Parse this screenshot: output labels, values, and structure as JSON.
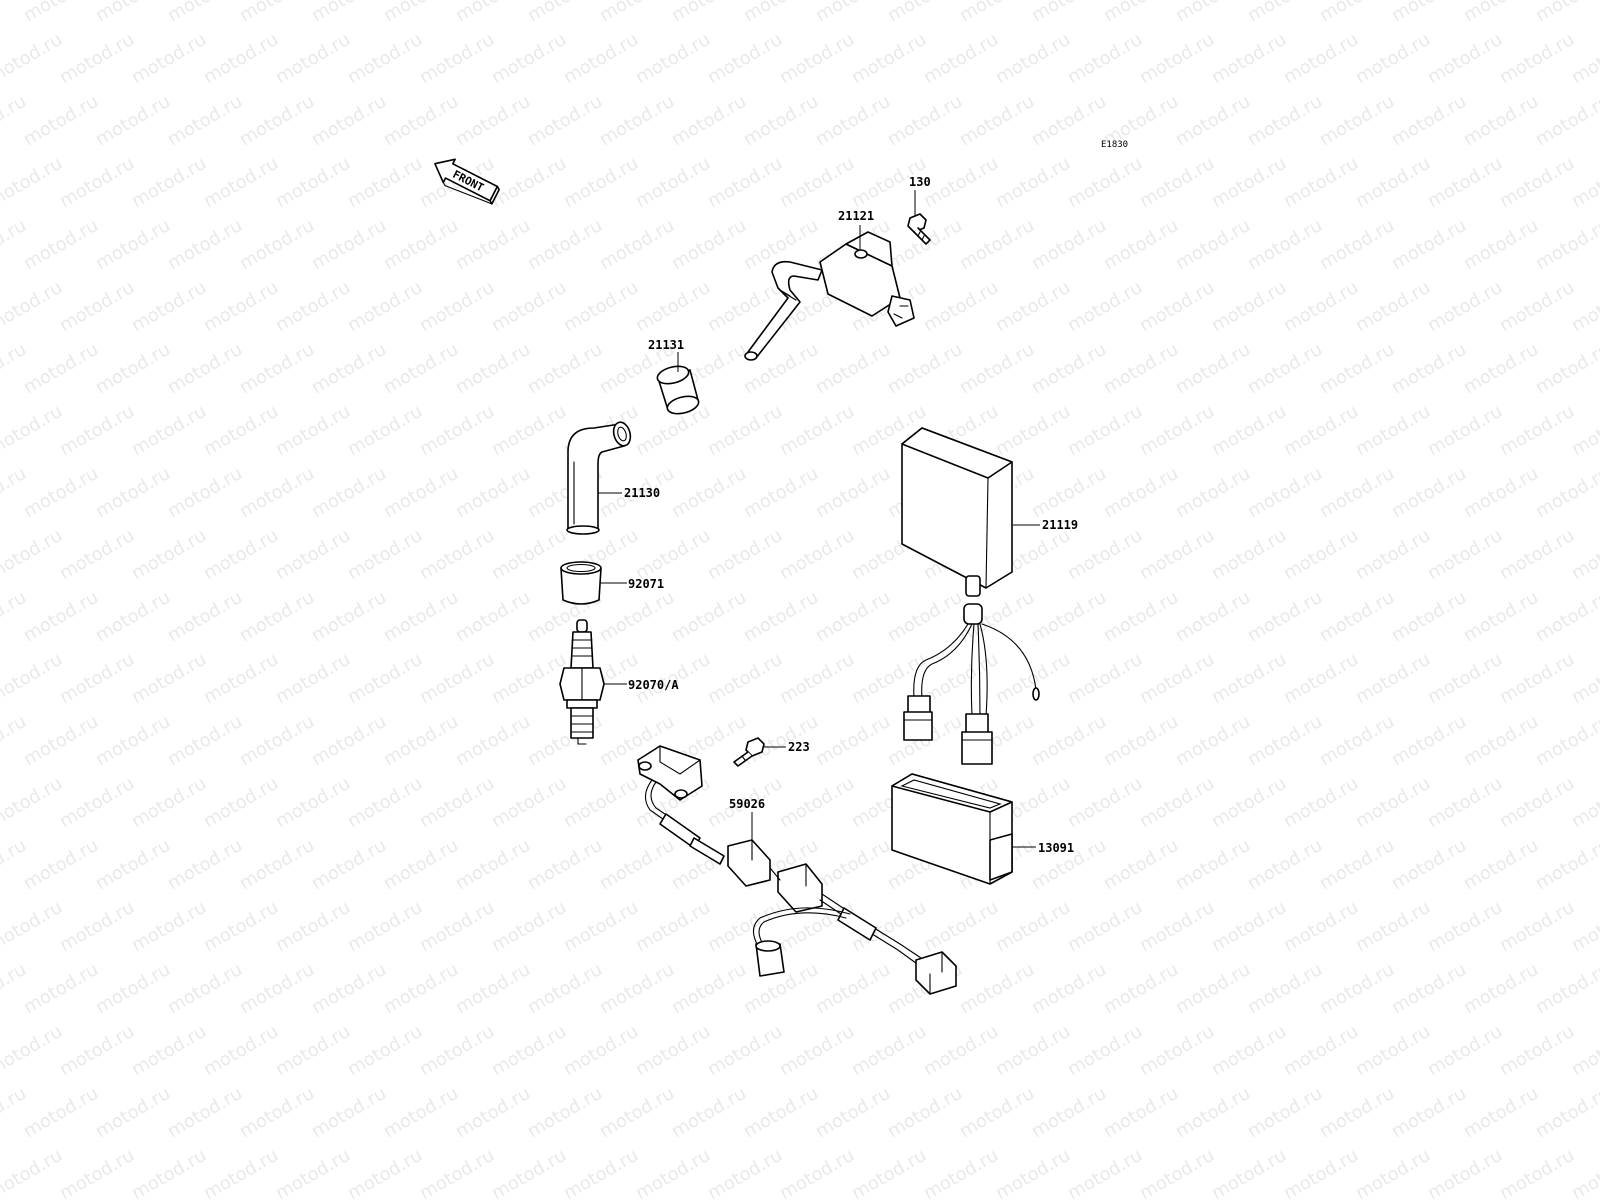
{
  "watermark": "motod.ru",
  "reference_code": "E1830",
  "front_label": "FRONT",
  "part_numbers": {
    "ignition_coil": "21121",
    "bolt_coil": "130",
    "plug_cap_seal": "21131",
    "plug_cap": "21130",
    "cap_boot": "92071",
    "spark_plug": "92070/A",
    "cdi_unit": "21119",
    "bolt_pickup": "223",
    "pickup_harness": "59026",
    "cdi_case": "13091"
  },
  "colors": {
    "line": "#000000",
    "background": "#ffffff"
  }
}
